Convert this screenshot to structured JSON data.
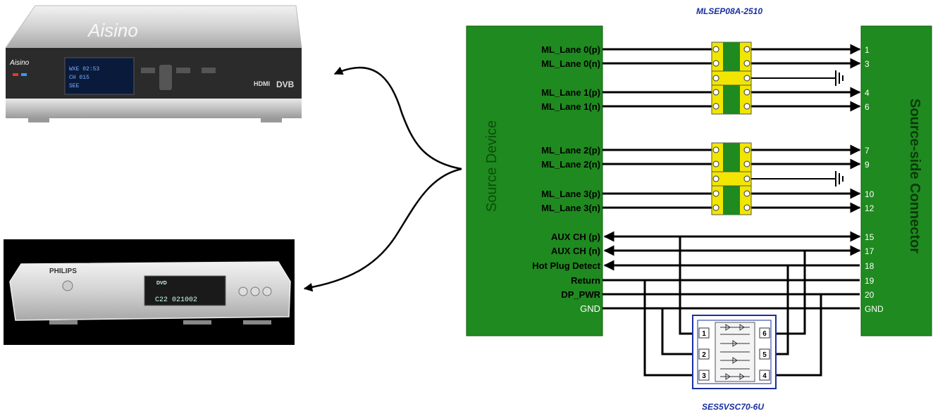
{
  "diagram": {
    "top_part_number": "MLSEP08A-2510",
    "bottom_part_number": "SES5VSC70-6U",
    "source_title": "Source Device",
    "connector_title": "Source-side Connector",
    "devices": {
      "top_brand": "Aisino",
      "top_front_brand": "Aisino",
      "top_badge_hdmi": "HDMI",
      "top_badge_dvb": "DVB",
      "top_display_lines": [
        "WXE  02:53",
        "CH 015",
        "SEE"
      ],
      "bottom_brand": "PHILIPS",
      "bottom_display": "C22  021002",
      "bottom_disc": "DVD"
    },
    "lanes": [
      {
        "label": "ML_Lane 0(p)",
        "pin": "1"
      },
      {
        "label": "ML_Lane 0(n)",
        "pin": "3"
      },
      {
        "label": "ML_Lane 1(p)",
        "pin": "4"
      },
      {
        "label": "ML_Lane 1(n)",
        "pin": "6"
      },
      {
        "label": "ML_Lane 2(p)",
        "pin": "7"
      },
      {
        "label": "ML_Lane 2(n)",
        "pin": "9"
      },
      {
        "label": "ML_Lane 3(p)",
        "pin": "10"
      },
      {
        "label": "ML_Lane 3(n)",
        "pin": "12"
      }
    ],
    "aux": [
      {
        "label": "AUX CH (p)",
        "pin": "15"
      },
      {
        "label": "AUX CH (n)",
        "pin": "17"
      },
      {
        "label": "Hot Plug Detect",
        "pin": "18"
      },
      {
        "label": "Return",
        "pin": "19"
      },
      {
        "label": "DP_PWR",
        "pin": "20"
      },
      {
        "label": "GND",
        "pin": "GND"
      }
    ],
    "ic_pins": [
      "1",
      "2",
      "3",
      "4",
      "5",
      "6"
    ],
    "colors": {
      "green": "#1f8a1f",
      "yellow": "#f2e600",
      "dark_green": "#0d6d0d",
      "blue": "#1a2fa0"
    }
  }
}
